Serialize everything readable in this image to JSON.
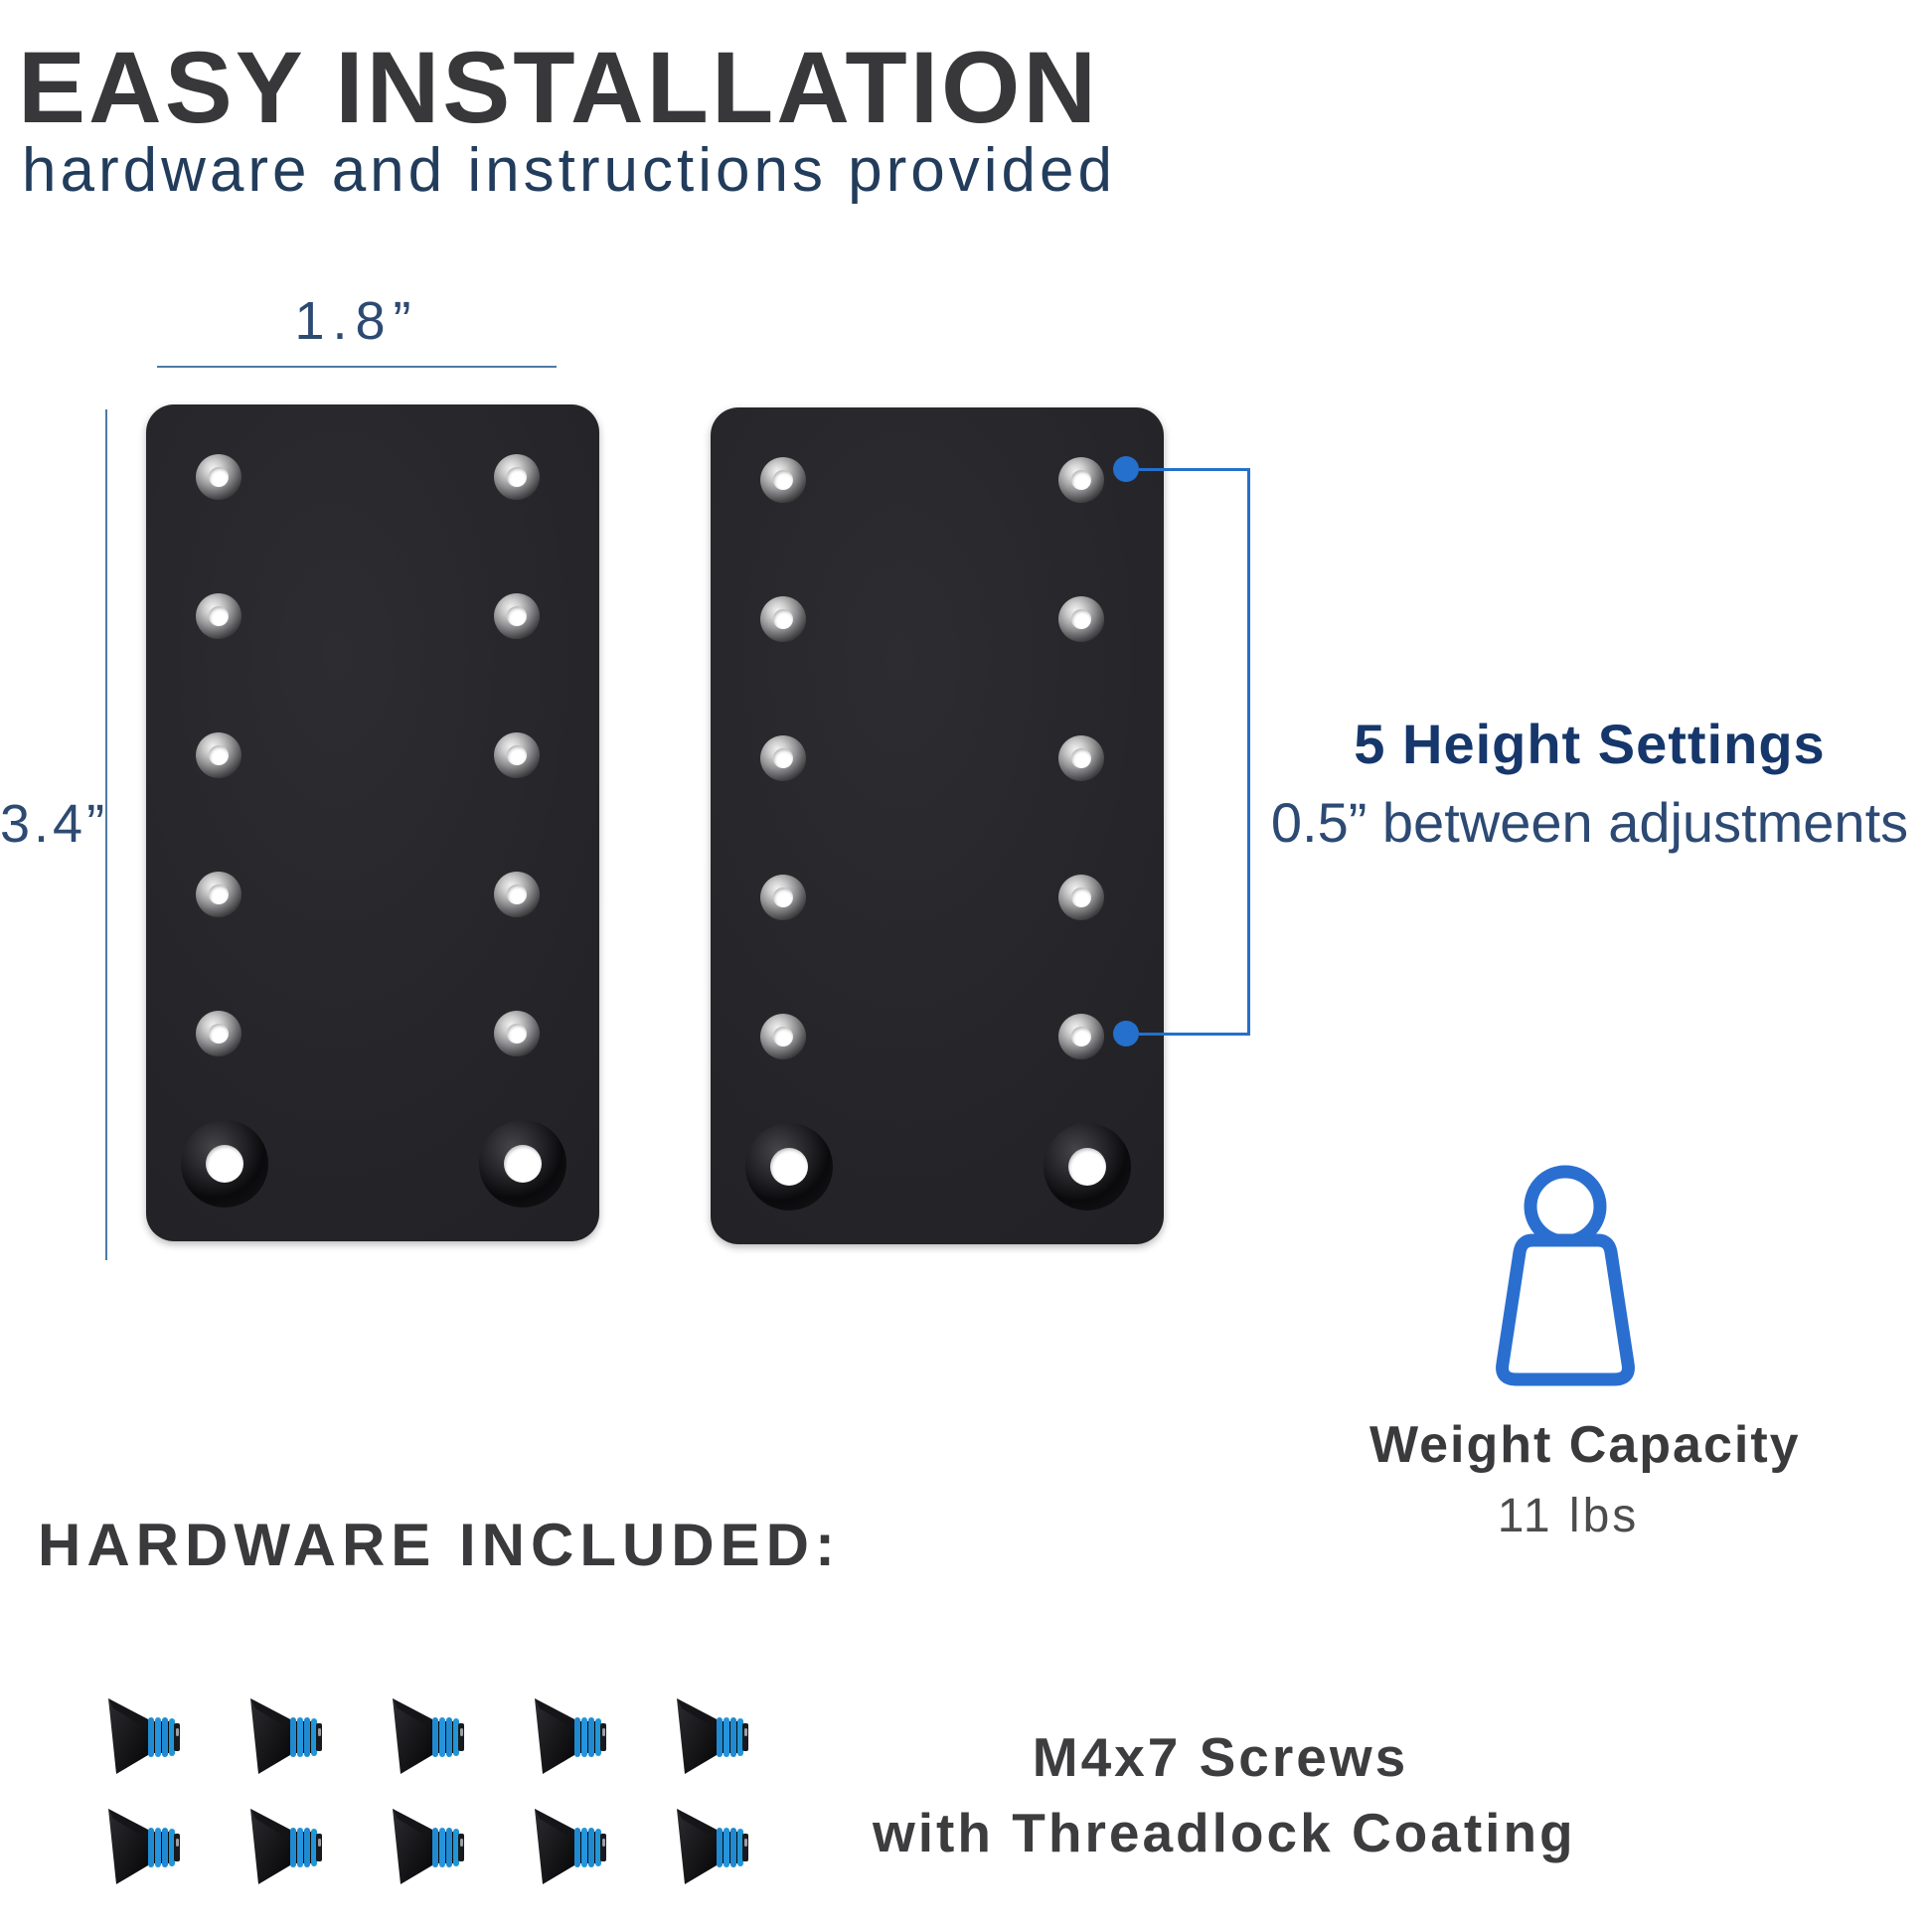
{
  "header": {
    "title": "EASY INSTALLATION",
    "subtitle": "hardware and instructions provided"
  },
  "dimensions": {
    "width_label": "1.8”",
    "height_label": "3.4”"
  },
  "plates": {
    "count": 2,
    "small_hole_rows": 5,
    "small_hole_cols": 2,
    "large_holes_per_plate": 2,
    "color": "#242428"
  },
  "height_callout": {
    "title": "5 Height Settings",
    "subtitle": "0.5” between adjustments",
    "accent_color": "#2470cc"
  },
  "weight": {
    "icon": "weight-icon",
    "icon_color": "#2a6fd0",
    "title": "Weight Capacity",
    "value": "11 lbs"
  },
  "hardware": {
    "heading": "HARDWARE INCLUDED:",
    "screw_count": 10,
    "screws_per_row": 5,
    "label_line1": "M4x7 Screws",
    "label_line2": "with Threadlock Coating",
    "thread_color": "#2196d6"
  },
  "colors": {
    "heading_text": "#38383a",
    "navy_text": "#223c5c",
    "dimension_line": "#4e7aa3",
    "bracket_blue": "#2470cc"
  }
}
